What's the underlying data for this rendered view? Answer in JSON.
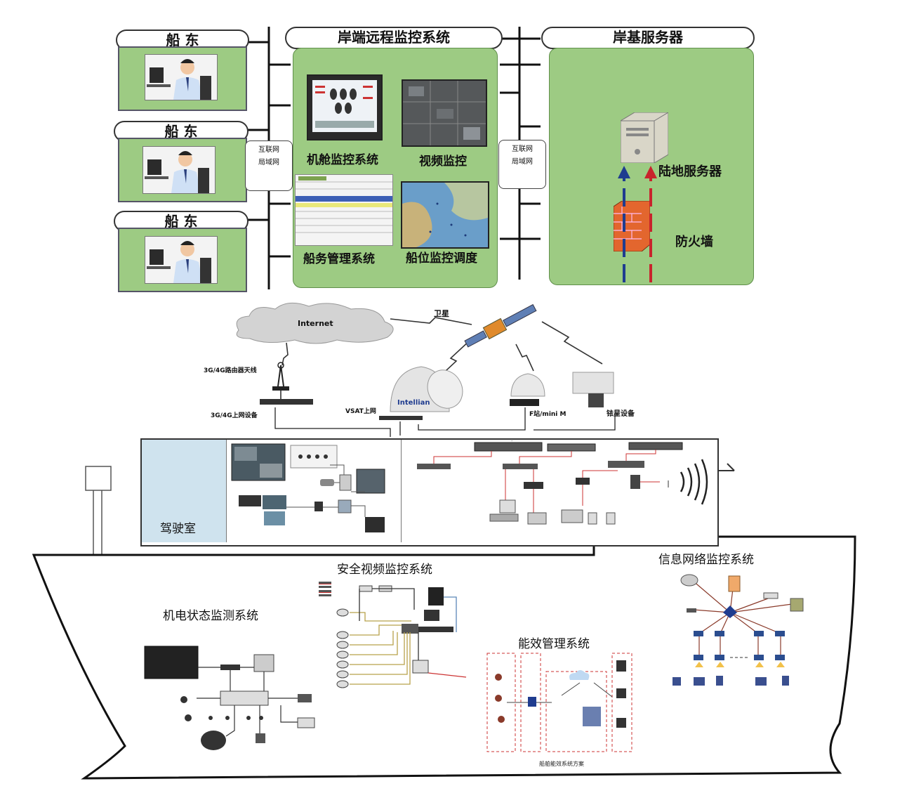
{
  "top": {
    "owner_label": "船 东",
    "network_label_line1": "互联网",
    "network_label_line2": "局域网",
    "shore_system_title": "岸端远程监控系统",
    "shore_server_title": "岸基服务器",
    "modules": {
      "engine": "机舱监控系统",
      "video": "视频监控",
      "ship_mgmt": "船务管理系统",
      "position": "船位监控调度"
    },
    "land_server": "陆地服务器",
    "firewall": "防火墙"
  },
  "comm": {
    "internet": "Internet",
    "satellite": "卫星",
    "router_antenna": "3G/4G路由器天线",
    "router_device": "3G/4G上网设备",
    "vsat": "VSAT上网",
    "intellian": "Intellian",
    "f_station": "F站/mini M",
    "beidou": "铱星设备"
  },
  "ship": {
    "bridge": "驾驶室",
    "safety_video": "安全视频监控系统",
    "electromech": "机电状态监测系统",
    "energy": "能效管理系统",
    "info_net": "信息网络监控系统",
    "energy_caption": "船舶能效系统方案"
  },
  "colors": {
    "panel_green": "#9dcb83",
    "bridge_blue": "#cfe3ee",
    "arrow_blue": "#1f3c8f",
    "arrow_red": "#c8232c"
  }
}
